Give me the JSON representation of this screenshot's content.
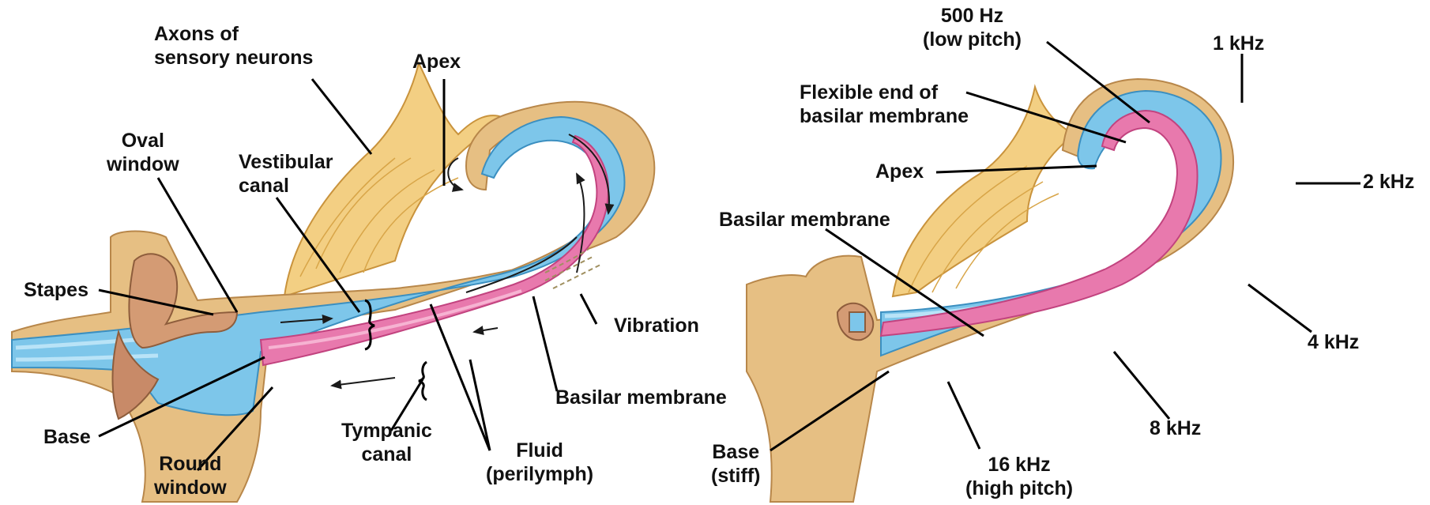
{
  "colors": {
    "nerve": "#f3cf83",
    "nerve_dark": "#d8a548",
    "fluid": "#7dc6ea",
    "fluid_light": "#b9e3f7",
    "membrane": "#e879ad",
    "membrane_light": "#f6b3d2",
    "bone": "#e6bf83",
    "ossicle": "#d49b74",
    "leader": "#000000"
  },
  "left_panel": {
    "labels": {
      "axons": [
        "Axons of",
        "sensory neurons"
      ],
      "apex": "Apex",
      "oval_window": [
        "Oval",
        "window"
      ],
      "vestibular_canal": [
        "Vestibular",
        "canal"
      ],
      "stapes": "Stapes",
      "vibration": "Vibration",
      "basilar_membrane": "Basilar membrane",
      "base": "Base",
      "tympanic_canal": [
        "Tympanic",
        "canal"
      ],
      "fluid": [
        "Fluid",
        "(perilymph)"
      ],
      "round_window": [
        "Round",
        "window"
      ]
    }
  },
  "right_panel": {
    "labels": {
      "hz500": [
        "500 Hz",
        "(low pitch)"
      ],
      "khz1": "1 kHz",
      "flexible_end": [
        "Flexible end of",
        "basilar membrane"
      ],
      "apex": "Apex",
      "khz2": "2 kHz",
      "basilar_membrane": "Basilar membrane",
      "khz4": "4 kHz",
      "khz8": "8 kHz",
      "base": [
        "Base",
        "(stiff)"
      ],
      "khz16": [
        "16 kHz",
        "(high pitch)"
      ]
    }
  }
}
